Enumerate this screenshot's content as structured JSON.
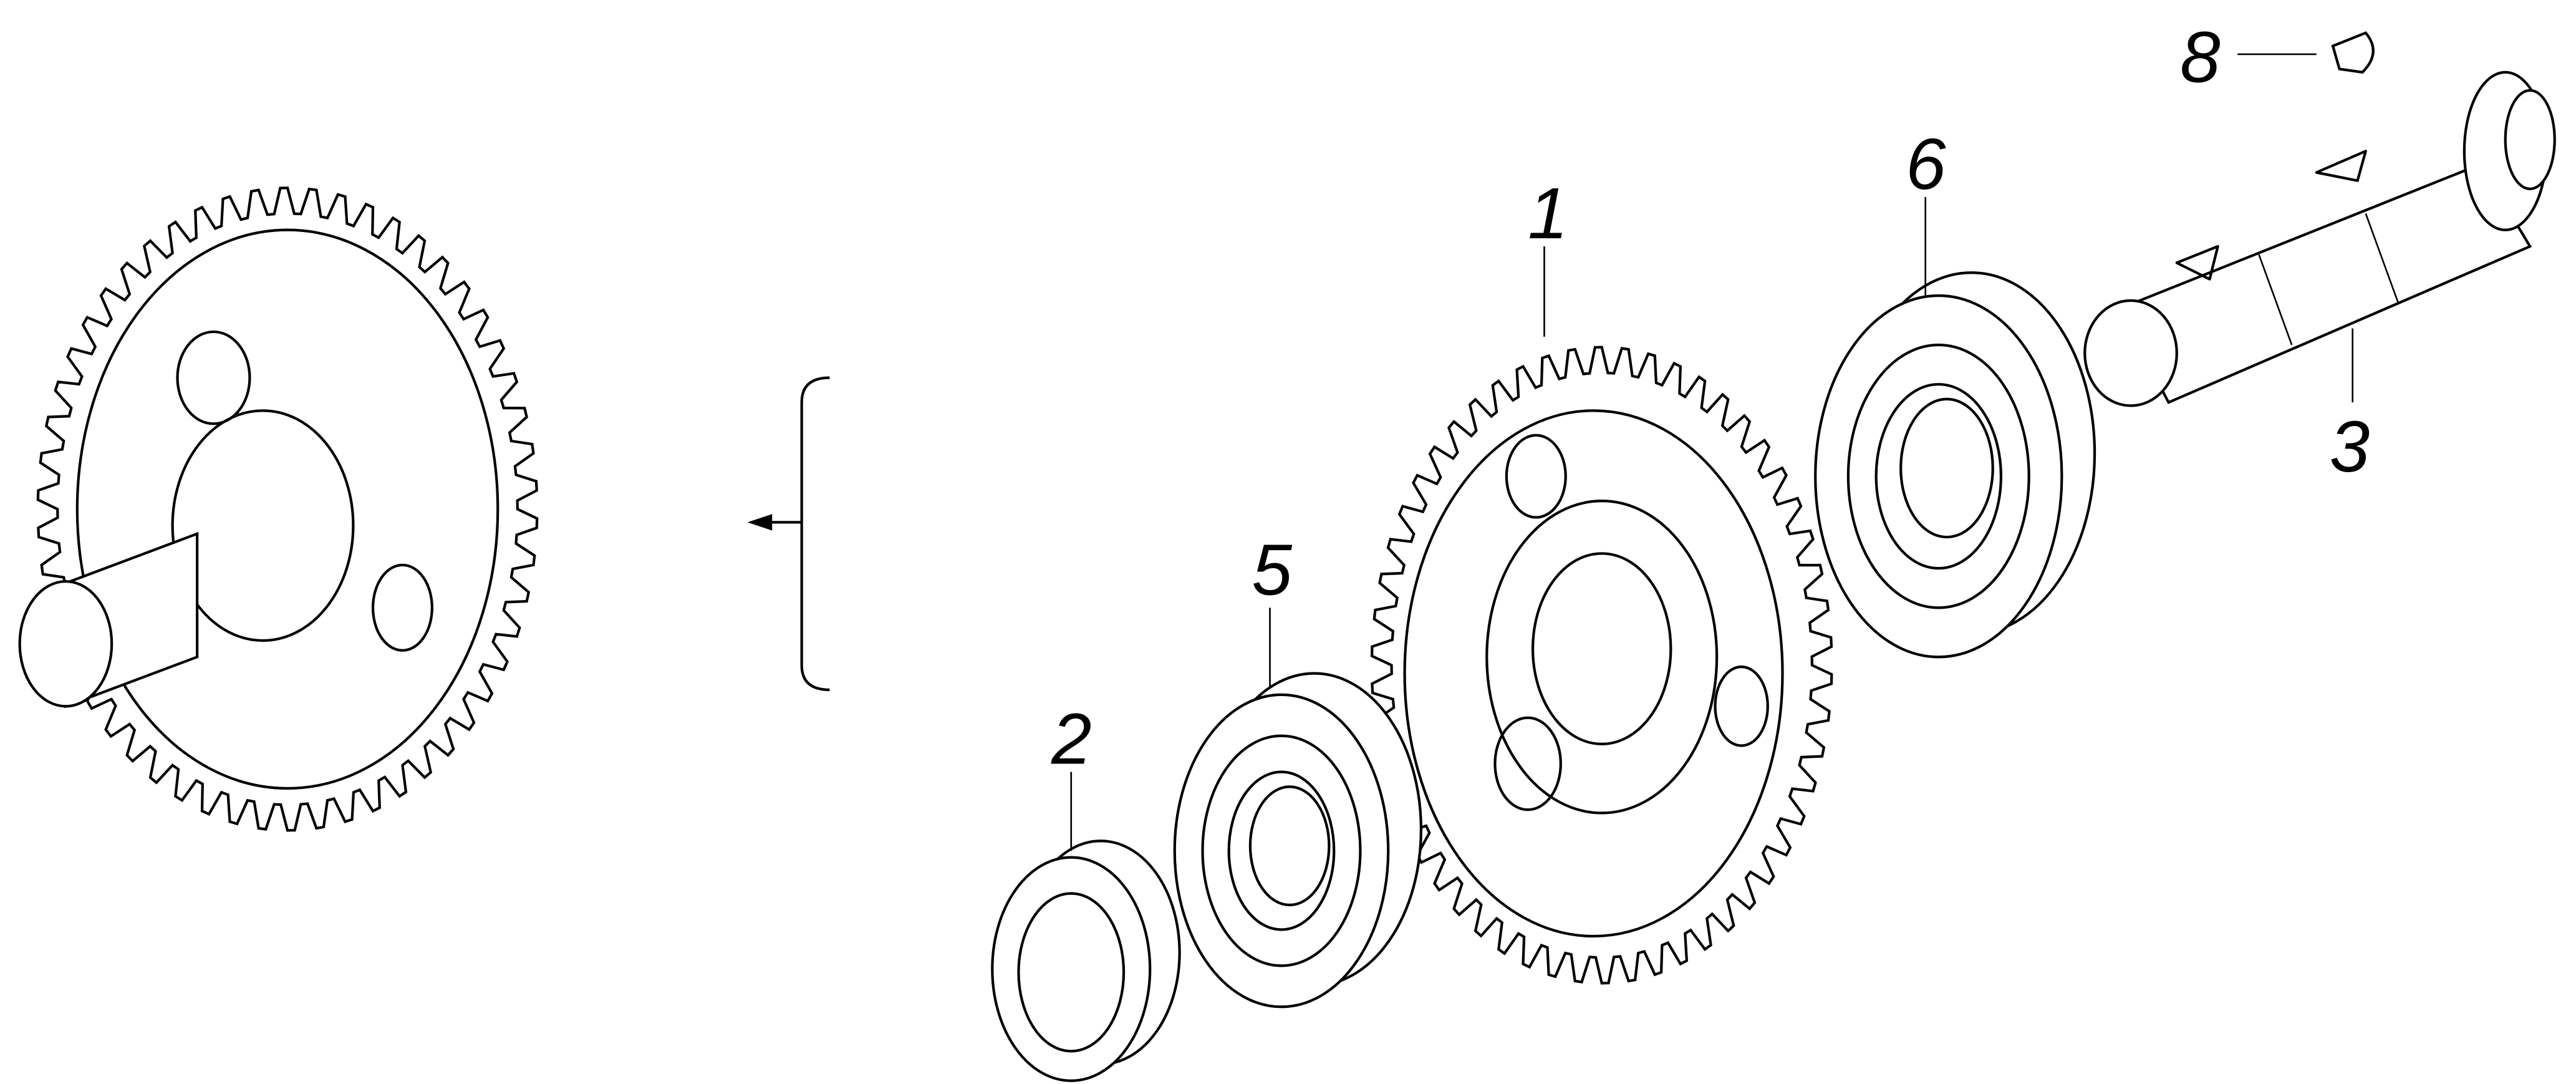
{
  "diagram": {
    "type": "exploded-parts-view",
    "callouts": [
      {
        "id": "part-1",
        "label": "1",
        "part": "gear"
      },
      {
        "id": "part-2",
        "label": "2",
        "part": "spacer-ring"
      },
      {
        "id": "part-3",
        "label": "3",
        "part": "shaft"
      },
      {
        "id": "part-5",
        "label": "5",
        "part": "ball-bearing"
      },
      {
        "id": "part-6",
        "label": "6",
        "part": "ball-bearing"
      },
      {
        "id": "part-8",
        "label": "8",
        "part": "woodruff-key"
      }
    ]
  }
}
